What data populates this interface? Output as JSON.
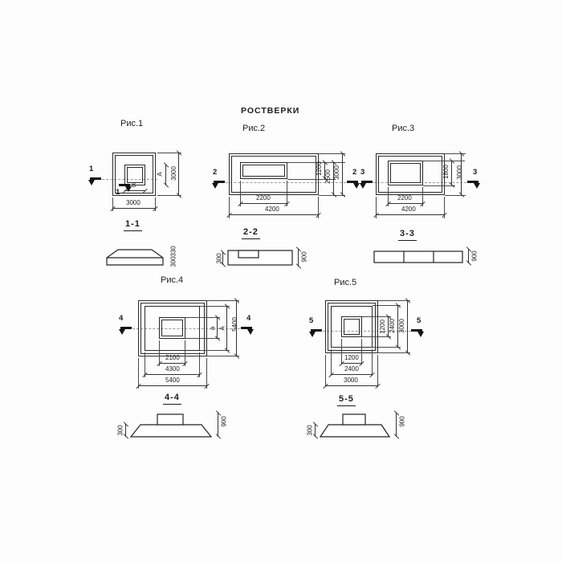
{
  "title": "РОСТВЕРКИ",
  "fig1": {
    "label": "Рис.1",
    "cut_label": "1",
    "inner_width_dim": "В",
    "inner_height_dim": "А",
    "bottom_dim": "3000",
    "right_dim": "3000",
    "section_label": "1-1",
    "section_dims": [
      "330",
      "300"
    ]
  },
  "fig2": {
    "label": "Рис.2",
    "cut_label": "2",
    "bottom_dims": [
      "2200",
      "4200"
    ],
    "right_dims": [
      "1200",
      "2600",
      "3000"
    ],
    "section_label": "2-2",
    "section_dims": [
      "300",
      "900"
    ]
  },
  "fig3": {
    "label": "Рис.3",
    "cut_label": "3",
    "bottom_dims": [
      "2200",
      "4200"
    ],
    "right_dims": [
      "1800",
      "3000"
    ],
    "section_label": "3-3",
    "section_dims": [
      "900"
    ]
  },
  "fig4": {
    "label": "Рис.4",
    "cut_label": "4",
    "bottom_dims": [
      "2100",
      "4300",
      "5400"
    ],
    "right_dims": [
      "а",
      "А",
      "5400"
    ],
    "section_label": "4-4",
    "section_dims": [
      "300",
      "900"
    ]
  },
  "fig5": {
    "label": "Рис.5",
    "cut_label": "5",
    "bottom_dims": [
      "1200",
      "2400",
      "3000"
    ],
    "right_dims": [
      "1200",
      "2400",
      "3000"
    ],
    "section_label": "5-5",
    "section_dims": [
      "300",
      "900"
    ]
  }
}
